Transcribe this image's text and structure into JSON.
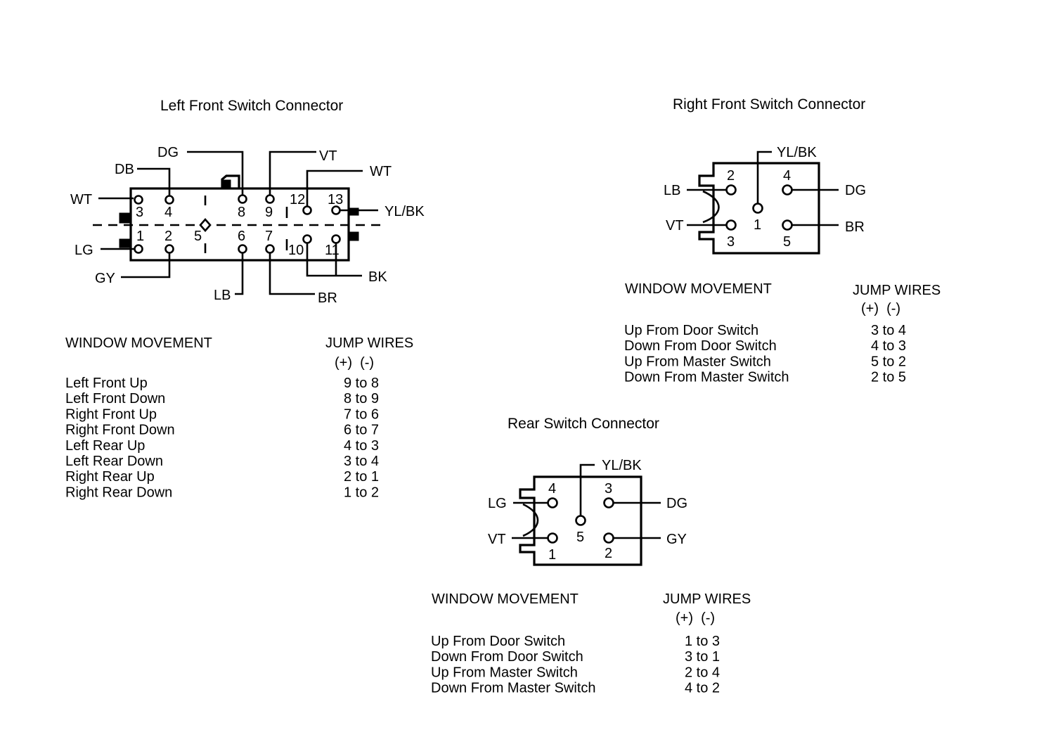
{
  "left_front": {
    "title": "Left Front Switch Connector",
    "wires": {
      "dg": "DG",
      "db": "DB",
      "vt": "VT",
      "wt_top": "WT",
      "wt_left": "WT",
      "yl_bk": "YL/BK",
      "lg": "LG",
      "gy": "GY",
      "lb": "LB",
      "br": "BR",
      "bk": "BK"
    },
    "pins": {
      "p1": "1",
      "p2": "2",
      "p3": "3",
      "p4": "4",
      "p5": "5",
      "p6": "6",
      "p7": "7",
      "p8": "8",
      "p9": "9",
      "p10": "10",
      "p11": "11",
      "p12": "12",
      "p13": "13"
    },
    "table": {
      "col1": "WINDOW MOVEMENT",
      "col2": "JUMP WIRES",
      "polarity": "(+)  (-)",
      "rows": [
        {
          "movement": "Left Front Up",
          "jump": "9 to 8"
        },
        {
          "movement": "Left Front Down",
          "jump": "8 to 9"
        },
        {
          "movement": "Right Front Up",
          "jump": "7 to 6"
        },
        {
          "movement": "Right Front Down",
          "jump": "6 to 7"
        },
        {
          "movement": "Left Rear Up",
          "jump": "4 to 3"
        },
        {
          "movement": "Left Rear Down",
          "jump": "3 to 4"
        },
        {
          "movement": "Right Rear Up",
          "jump": "2 to 1"
        },
        {
          "movement": "Right Rear Down",
          "jump": "1 to 2"
        }
      ]
    }
  },
  "right_front": {
    "title": "Right Front Switch Connector",
    "wires": {
      "yl_bk": "YL/BK",
      "lb": "LB",
      "vt": "VT",
      "dg": "DG",
      "br": "BR"
    },
    "pins": {
      "p1": "1",
      "p2": "2",
      "p3": "3",
      "p4": "4",
      "p5": "5"
    },
    "table": {
      "col1": "WINDOW MOVEMENT",
      "col2": "JUMP WIRES",
      "polarity": "(+)  (-)",
      "rows": [
        {
          "movement": "Up From Door Switch",
          "jump": "3 to 4"
        },
        {
          "movement": "Down From Door Switch",
          "jump": "4 to 3"
        },
        {
          "movement": "Up From Master Switch",
          "jump": "5 to 2"
        },
        {
          "movement": "Down From Master Switch",
          "jump": "2 to 5"
        }
      ]
    }
  },
  "rear": {
    "title": "Rear Switch Connector",
    "wires": {
      "yl_bk": "YL/BK",
      "lg": "LG",
      "vt": "VT",
      "dg": "DG",
      "gy": "GY"
    },
    "pins": {
      "p1": "1",
      "p2": "2",
      "p3": "3",
      "p4": "4",
      "p5": "5"
    },
    "table": {
      "col1": "WINDOW MOVEMENT",
      "col2": "JUMP WIRES",
      "polarity": "(+)  (-)",
      "rows": [
        {
          "movement": "Up From Door Switch",
          "jump": "1 to 3"
        },
        {
          "movement": "Down From Door Switch",
          "jump": "3 to 1"
        },
        {
          "movement": "Up From Master Switch",
          "jump": "2 to 4"
        },
        {
          "movement": "Down From Master Switch",
          "jump": "4 to 2"
        }
      ]
    }
  }
}
